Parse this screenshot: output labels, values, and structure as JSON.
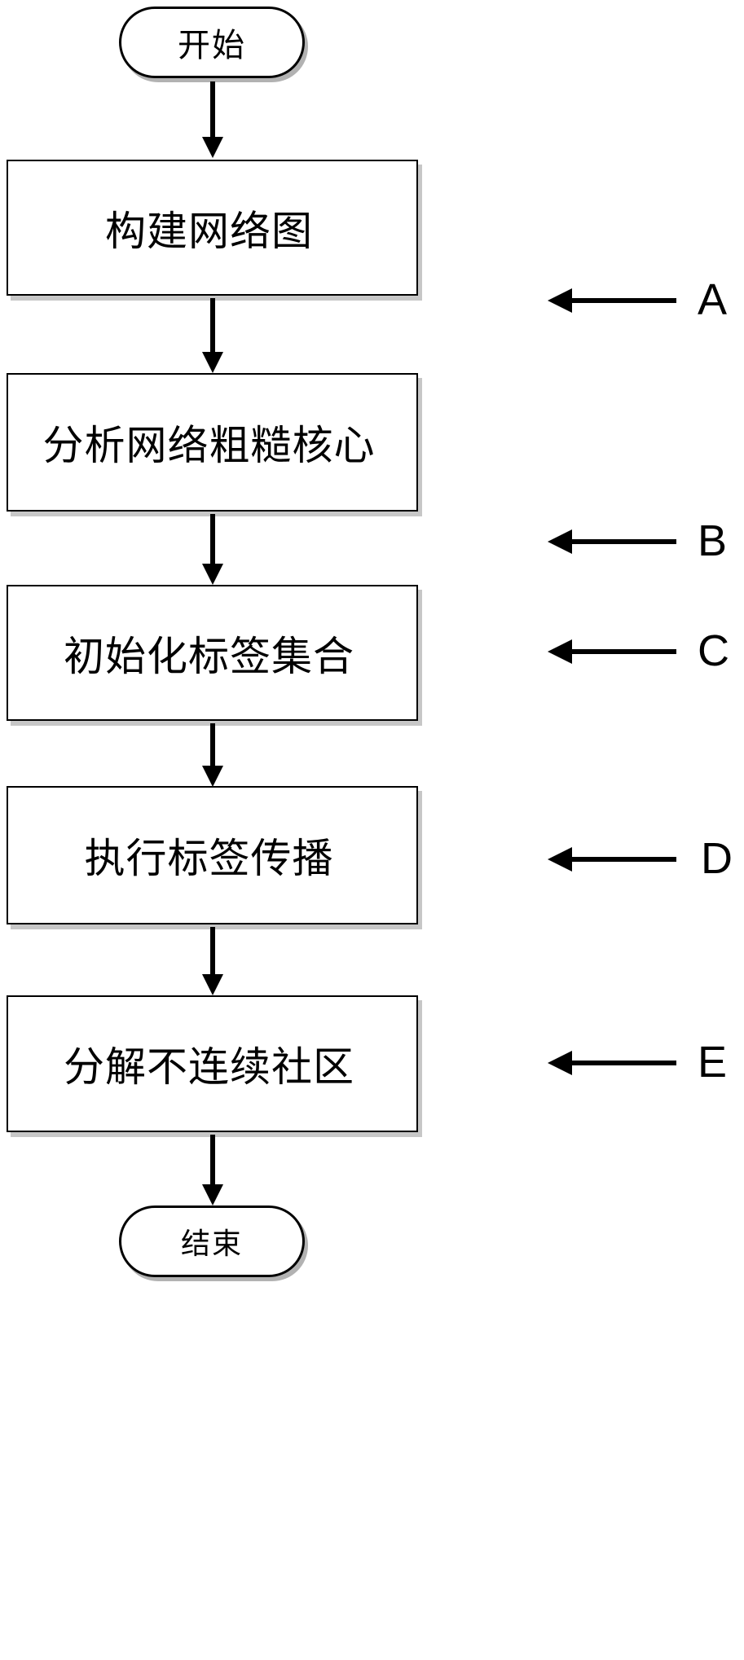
{
  "diagram": {
    "title": "Community detection algorithm flowchart",
    "orientation": "top-to-bottom",
    "colors": {
      "stroke": "#000000",
      "fill": "#ffffff",
      "text": "#000000",
      "shadow": "rgba(0,0,0,0.25)"
    },
    "start": {
      "label": "开始",
      "shape": "terminator"
    },
    "end": {
      "label": "结束",
      "shape": "terminator"
    },
    "steps": [
      {
        "key": "A",
        "label": "构建网络图",
        "callout": "A",
        "shape": "process"
      },
      {
        "key": "B",
        "label": "分析网络粗糙核心",
        "callout": "B",
        "shape": "process"
      },
      {
        "key": "C",
        "label": "初始化标签集合",
        "callout": "C",
        "shape": "process"
      },
      {
        "key": "D",
        "label": "执行标签传播",
        "callout": "D",
        "shape": "process"
      },
      {
        "key": "E",
        "label": "分解不连续社区",
        "callout": "E",
        "shape": "process"
      }
    ]
  }
}
